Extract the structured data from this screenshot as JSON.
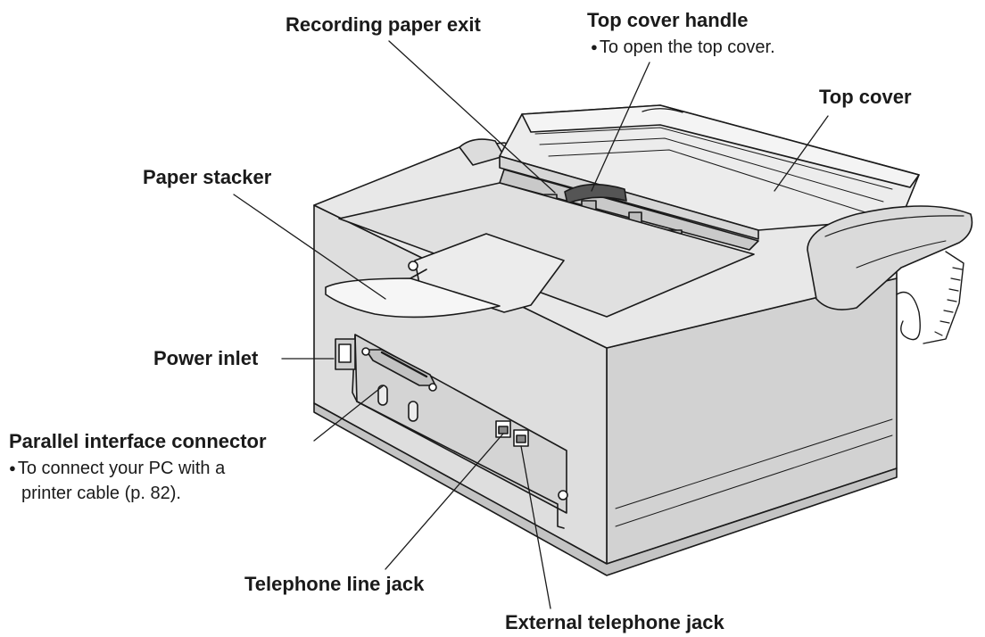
{
  "labels": {
    "recording_paper_exit": "Recording paper exit",
    "top_cover_handle": "Top cover handle",
    "top_cover_handle_note": "To open the top cover.",
    "top_cover": "Top cover",
    "paper_stacker": "Paper stacker",
    "power_inlet": "Power inlet",
    "parallel_interface_connector": "Parallel interface connector",
    "parallel_note_line1": "To connect your PC with a",
    "parallel_note_line2": "printer cable (p. 82).",
    "telephone_line_jack": "Telephone line jack",
    "external_telephone_jack": "External telephone jack"
  },
  "colors": {
    "ink": "#1a1a1a",
    "body_light": "#e2e2e2",
    "body_mid": "#cfcfcf",
    "body_dark": "#bdbdbd",
    "paper_white": "#f6f6f6"
  }
}
